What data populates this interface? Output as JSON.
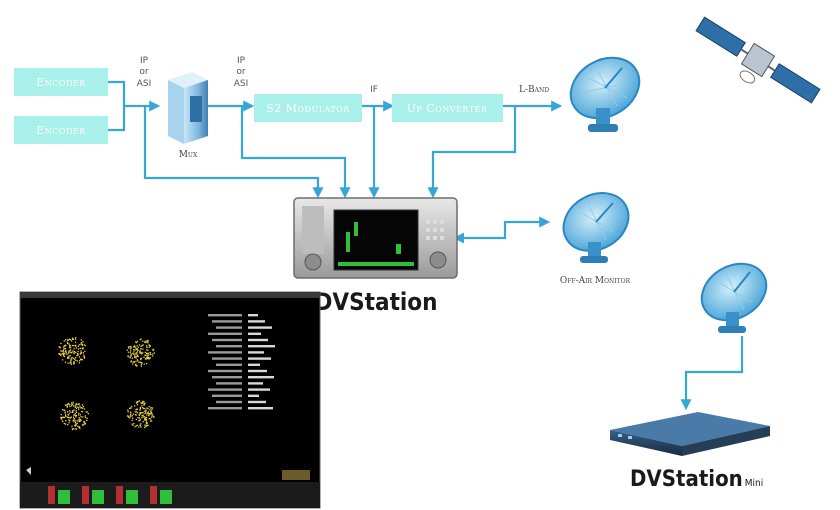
{
  "blocks": {
    "encoder_1": "Encoder",
    "encoder_2": "Encoder",
    "modulator": "S2 Modulator",
    "upconverter": "Up Converter"
  },
  "labels": {
    "ip_or_asi_1": [
      "IP",
      "or",
      "ASI"
    ],
    "ip_or_asi_2": [
      "IP",
      "or",
      "ASI"
    ],
    "mux": "Mux",
    "if": "IF",
    "lband": "L-Band",
    "off_air_monitor": "Off-Air Monitor"
  },
  "products": {
    "dvstation": "DVStation",
    "dvstation_mini_main": "DVStation",
    "dvstation_mini_suffix": "Mini"
  },
  "colors": {
    "block_fill": "#a9efea",
    "connector": "#35a6d6",
    "dish": "#7fc6e8",
    "screen_bg": "#000000",
    "constellation": "#e8d24a"
  },
  "icons": {
    "mux": "server-tower-icon",
    "dish": "satellite-dish-icon",
    "satellite": "satellite-icon",
    "dvstation": "rack-analyzer-icon",
    "dvstation_mini": "rack-box-icon"
  },
  "constellation_screen": {
    "points": 4,
    "footer_tabs": 4
  }
}
